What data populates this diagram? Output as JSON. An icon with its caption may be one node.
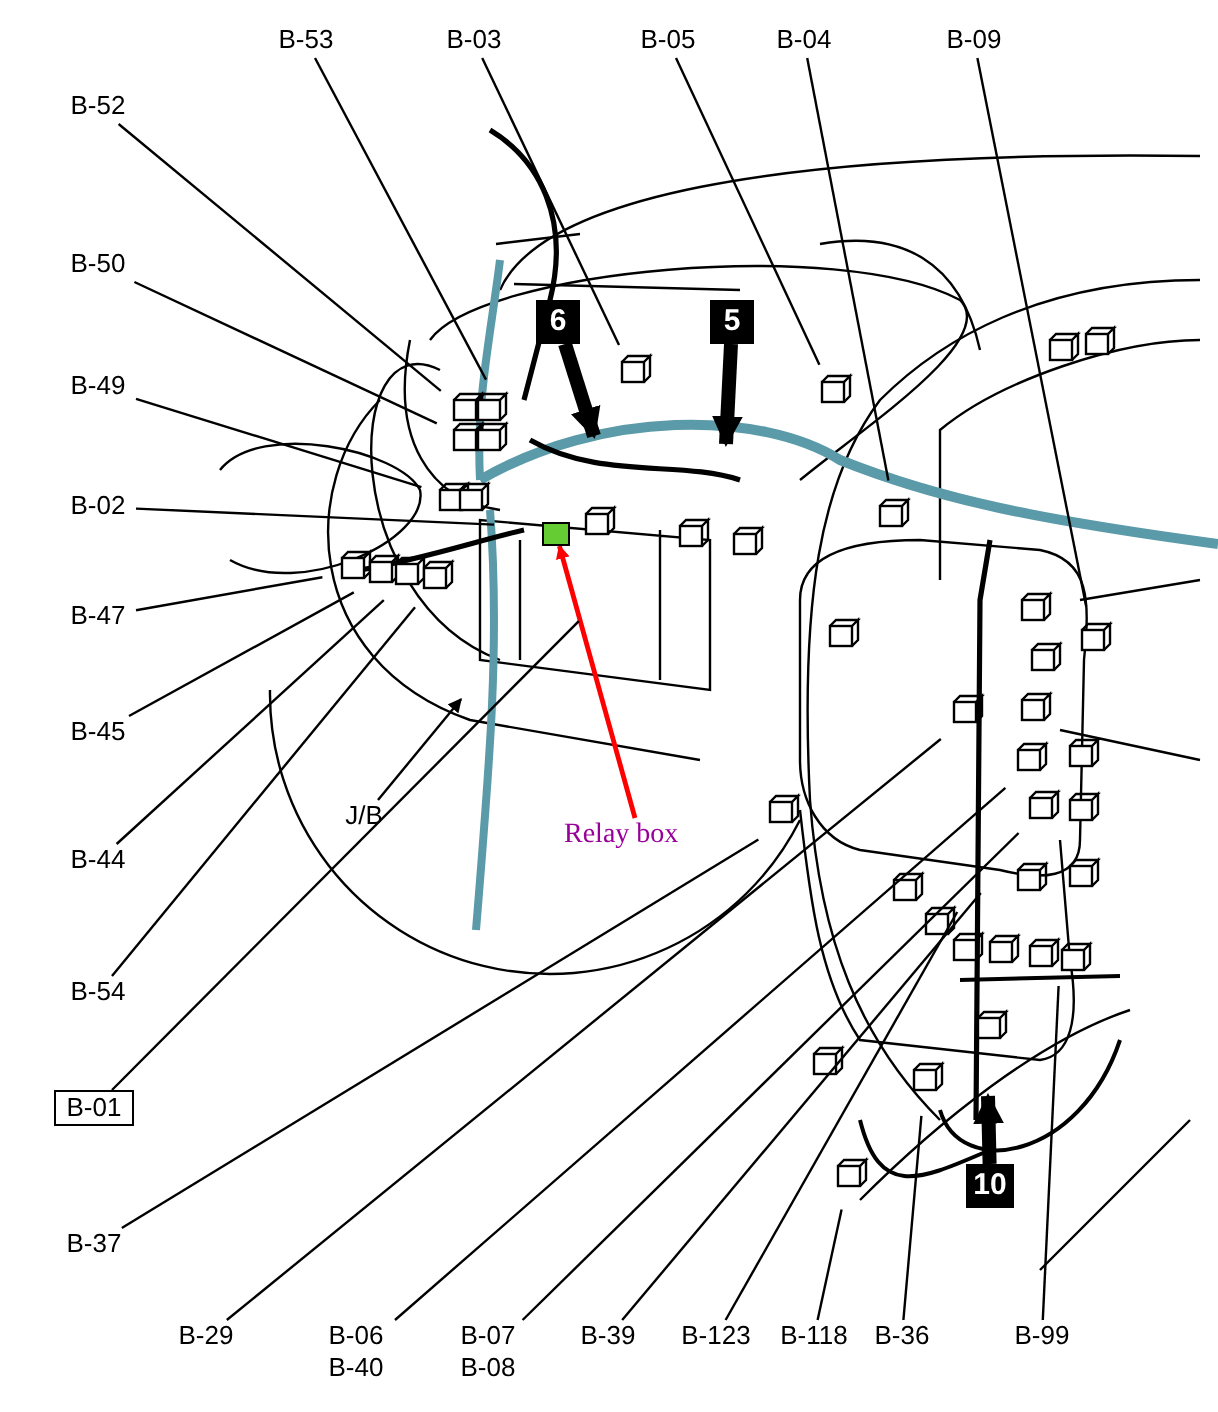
{
  "diagram": {
    "nodes": [
      {
        "text": [
          "B-53"
        ]
      },
      {
        "text": [
          "B-03"
        ]
      },
      {
        "text": [
          "B-05"
        ]
      },
      {
        "text": [
          "B-04"
        ]
      },
      {
        "text": [
          "B-09"
        ]
      },
      {
        "text": [
          "B-52"
        ]
      },
      {
        "text": [
          "B-50"
        ]
      },
      {
        "text": [
          "B-49"
        ]
      },
      {
        "text": [
          "6"
        ]
      },
      {
        "text": [
          "5"
        ]
      },
      {
        "text": [
          "B-02"
        ]
      },
      {
        "text": [],
        "shape": "box"
      },
      {
        "text": [
          "B-47"
        ]
      },
      {
        "text": [
          "B-45"
        ]
      },
      {
        "text": [
          "B-44"
        ]
      },
      {
        "text": [
          "J/B"
        ]
      },
      {
        "text": [
          "Relay box"
        ]
      },
      {
        "text": [
          "B-54"
        ]
      },
      {
        "text": [
          "B-01"
        ]
      },
      {
        "text": [
          "10"
        ]
      },
      {
        "text": [
          "B-37"
        ]
      },
      {
        "text": [
          "B-29"
        ]
      },
      {
        "text": [
          "B-06",
          "B-40"
        ]
      },
      {
        "text": [
          "B-07",
          "B-08"
        ]
      },
      {
        "text": [
          "B-39"
        ]
      },
      {
        "text": [
          "B-123"
        ]
      },
      {
        "text": [
          "B-118"
        ]
      },
      {
        "text": [
          "B-36"
        ]
      },
      {
        "text": [
          "B-99"
        ]
      }
    ],
    "edges": [
      {
        "from": 0,
        "to": null,
        "arrow": "none"
      },
      {
        "from": 1,
        "to": null,
        "arrow": "none"
      },
      {
        "from": 2,
        "to": null,
        "arrow": "none"
      },
      {
        "from": 3,
        "to": null,
        "arrow": "none"
      },
      {
        "from": 4,
        "to": null,
        "arrow": "none"
      },
      {
        "from": 5,
        "to": null,
        "arrow": "none"
      },
      {
        "from": 6,
        "to": null,
        "arrow": "none"
      },
      {
        "from": 7,
        "to": null,
        "arrow": "none"
      },
      {
        "from": 8,
        "to": null,
        "arrow": "to",
        "style": "thick"
      },
      {
        "from": 9,
        "to": null,
        "arrow": "to",
        "style": "thick"
      },
      {
        "from": 10,
        "to": null,
        "arrow": "none"
      },
      {
        "from": 12,
        "to": null,
        "arrow": "none"
      },
      {
        "from": 13,
        "to": null,
        "arrow": "none"
      },
      {
        "from": 14,
        "to": null,
        "arrow": "none"
      },
      {
        "from": 15,
        "to": null,
        "arrow": "to"
      },
      {
        "from": 16,
        "to": 11,
        "arrow": "to",
        "color": "#ff0000"
      },
      {
        "from": 17,
        "to": null,
        "arrow": "none"
      },
      {
        "from": 18,
        "to": null,
        "arrow": "none"
      },
      {
        "from": 19,
        "to": null,
        "arrow": "to",
        "style": "thick"
      },
      {
        "from": 20,
        "to": null,
        "arrow": "none"
      },
      {
        "from": 21,
        "to": null,
        "arrow": "none"
      },
      {
        "from": 22,
        "to": null,
        "arrow": "none"
      },
      {
        "from": 23,
        "to": null,
        "arrow": "none"
      },
      {
        "from": 24,
        "to": null,
        "arrow": "none"
      },
      {
        "from": 25,
        "to": null,
        "arrow": "none"
      },
      {
        "from": 26,
        "to": null,
        "arrow": "none"
      },
      {
        "from": 27,
        "to": null,
        "arrow": "none"
      },
      {
        "from": 28,
        "to": null,
        "arrow": "none"
      }
    ]
  }
}
